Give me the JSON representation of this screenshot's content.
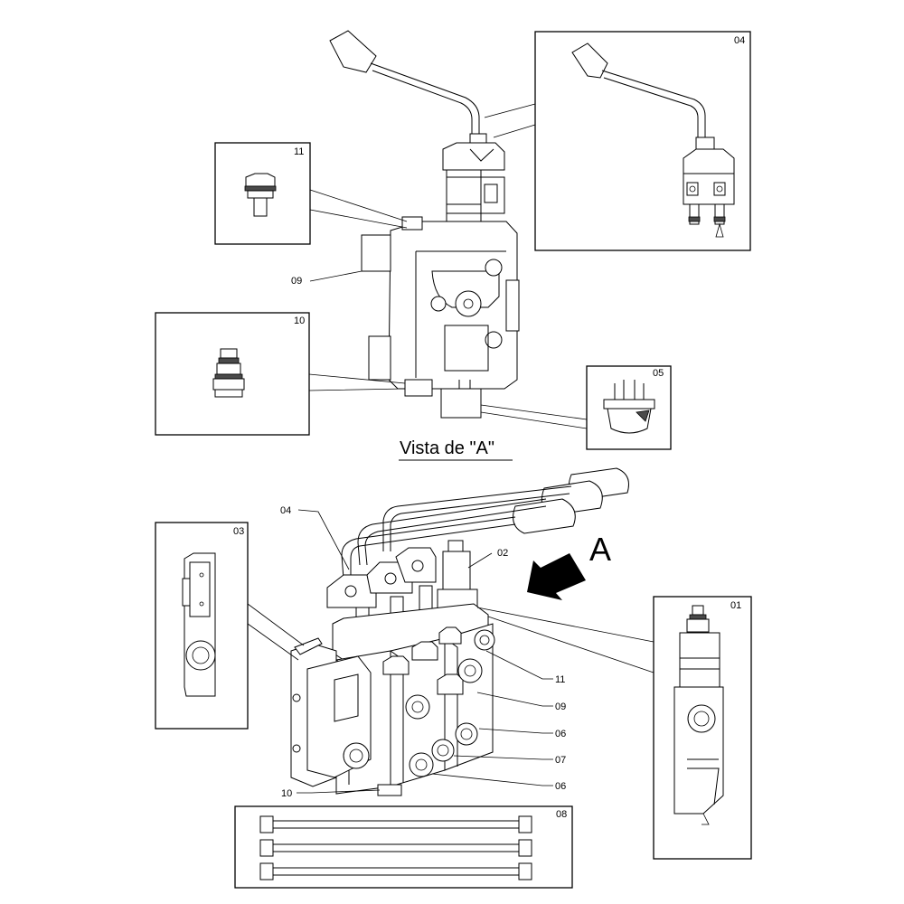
{
  "view": {
    "title": "Vista de \"A\"",
    "arrow_letter": "A"
  },
  "detail_boxes": {
    "b04": "04",
    "b11": "11",
    "b10": "10",
    "b05": "05",
    "b03": "03",
    "b01": "01",
    "b08": "08"
  },
  "callouts": {
    "top_09": "09",
    "main_04": "04",
    "main_02": "02",
    "main_11": "11",
    "main_09": "09",
    "main_06a": "06",
    "main_07": "07",
    "main_06b": "06",
    "main_10": "10"
  }
}
